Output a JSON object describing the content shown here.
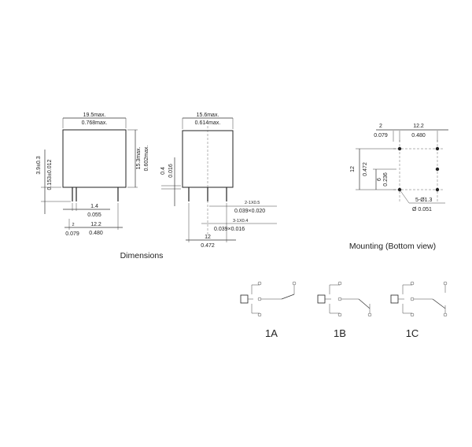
{
  "front_view": {
    "width_mm": "19.5max.",
    "width_in": "0.768max.",
    "height_mm": "15.3max.",
    "height_in": "0.602max.",
    "pin_len_mm": "3.9±0.3",
    "pin_len_in": "0.153±0.012",
    "pin_pitch1_mm": "1.4",
    "pin_pitch1_in": "0.055",
    "edge_mm": "2",
    "edge_in": "0.079",
    "pitch_mm": "12.2",
    "pitch_in": "0.480"
  },
  "side_view": {
    "width_mm": "15.6max.",
    "width_in": "0.614max.",
    "standoff_mm": "0.4",
    "standoff_in": "0.016",
    "pin_a_mm": "2-1X0.5",
    "pin_a_in": "0.039×0.020",
    "pin_b_mm": "3-1X0.4",
    "pin_b_in": "0.039×0.016",
    "spacing_mm": "12",
    "spacing_in": "0.472"
  },
  "mounting": {
    "edge_mm": "2",
    "edge_in": "0.079",
    "pitch_mm": "12.2",
    "pitch_in": "0.480",
    "vert_mm": "12",
    "vert_in": "0.472",
    "half_mm": "6",
    "half_in": "0.236",
    "holes_mm": "5-Ø1.3",
    "holes_in": "Ø 0.051"
  },
  "captions": {
    "dimensions": "Dimensions",
    "mounting": "Mounting (Bottom view)"
  },
  "variants": [
    "1A",
    "1B",
    "1C"
  ]
}
